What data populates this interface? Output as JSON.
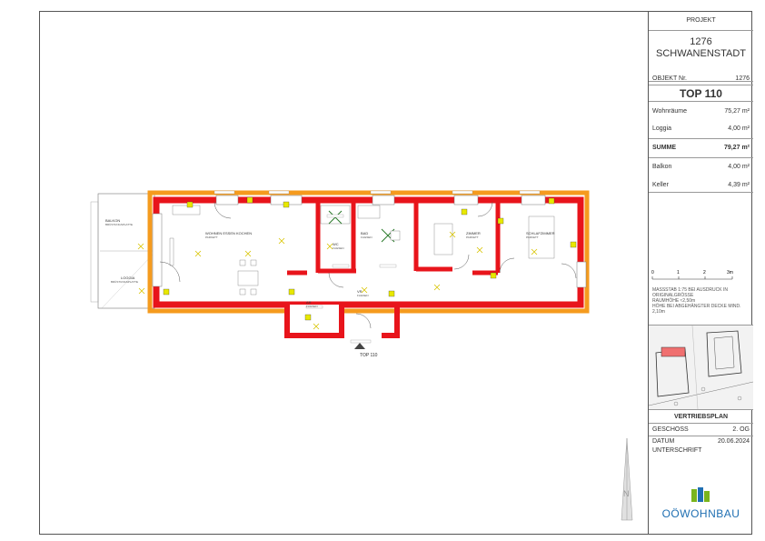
{
  "titleblock": {
    "projekt_label": "PROJEKT",
    "projekt_number": "1276",
    "projekt_name": "SCHWANENSTADT",
    "objekt_label": "OBJEKT Nr.",
    "objekt_value": "1276",
    "top": "TOP 110",
    "areas": [
      {
        "label": "Wohnräume",
        "value": "75,27",
        "unit": "m²"
      },
      {
        "label": "Loggia",
        "value": "4,00",
        "unit": "m²"
      },
      {
        "label": "SUMME",
        "value": "79,27",
        "unit": "m²"
      },
      {
        "label": "Balkon",
        "value": "4,00",
        "unit": "m²"
      },
      {
        "label": "Keller",
        "value": "4,39",
        "unit": "m²"
      }
    ],
    "scale": {
      "ticks": [
        "0",
        "1",
        "2",
        "3m"
      ],
      "line1": "MASSSTAB    1:75    BEI    AUSDRUCK    IN",
      "line2": "ORIGINALGRÖSSE",
      "line3": "RAUMHÖHE ≈2,50m",
      "line4": "HÖHE BEI ABGEHÄNGTER DECKE MIND. 2,10m"
    },
    "plan_type": "VERTRIEBSPLAN",
    "geschoss_label": "GESCHOSS",
    "geschoss_value": "2. OG",
    "datum_label": "DATUM",
    "datum_value": "20.06.2024",
    "unterschrift_label": "UNTERSCHRIFT",
    "logo_text": "OÖWOHNBAU"
  },
  "plan": {
    "top_label": "TOP 110",
    "rooms": [
      {
        "name": "BALKON",
        "detail": "BRÜSTUNGSPLATTE"
      },
      {
        "name": "LOGGIA",
        "detail": "BRÜSTUNGSPLATTE"
      },
      {
        "name": "WOHNEN ESSEN KOCHEN",
        "detail": "PARKETT"
      },
      {
        "name": "WC",
        "detail": "FLIESEN"
      },
      {
        "name": "BAD",
        "detail": "FLIESEN"
      },
      {
        "name": "ZIMMER",
        "detail": "PARKETT"
      },
      {
        "name": "SCHLAFZIMMER",
        "detail": "PARKETT"
      },
      {
        "name": "VR",
        "detail": "FLIESEN"
      },
      {
        "name": "AR",
        "detail": "FLIESEN"
      }
    ]
  },
  "colors": {
    "wall": "#e8141b",
    "outer_wall": "#f59b1e",
    "fixture": "#e8e800",
    "line": "#444444",
    "logo_green": "#7ab51d",
    "logo_blue": "#1f6fb2"
  }
}
